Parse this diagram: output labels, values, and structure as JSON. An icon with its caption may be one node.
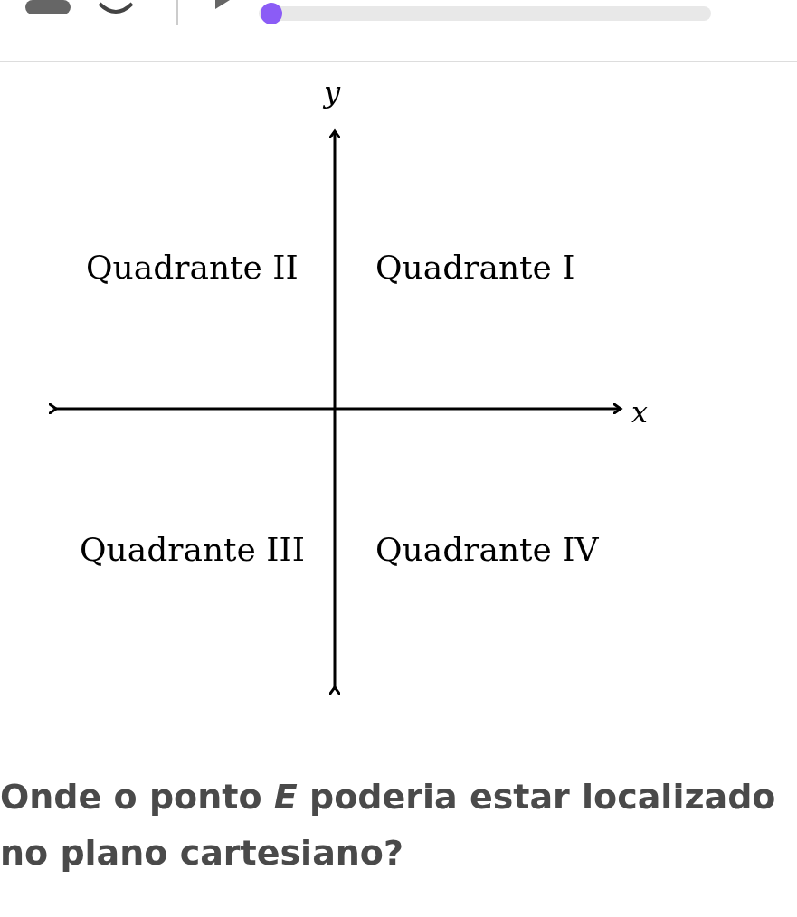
{
  "diagram": {
    "caption": "Onde o ponto *E* poderia estar localizado no plano cartesiano?",
    "labels": [
      "y",
      "Quadrante II",
      "Quadrante I",
      "x",
      "Quadrante III",
      "Quadrante IV"
    ]
  }
}
